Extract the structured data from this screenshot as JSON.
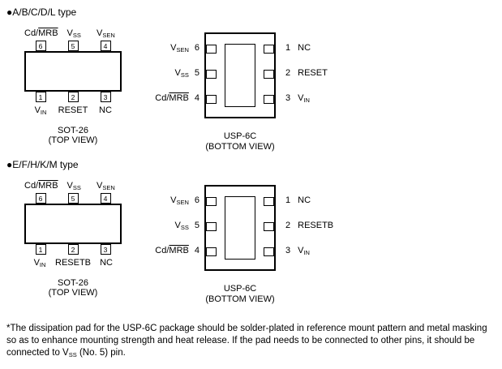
{
  "sections": [
    {
      "heading": "●A/B/C/D/L type",
      "sot": {
        "name": "SOT-26",
        "view": "(TOP VIEW)",
        "top_pins": [
          {
            "num": "6",
            "label": {
              "pre": "Cd/",
              "over": "MRB"
            }
          },
          {
            "num": "5",
            "label": {
              "base": "V",
              "sub": "SS"
            }
          },
          {
            "num": "4",
            "label": {
              "base": "V",
              "sub": "SEN"
            }
          }
        ],
        "bottom_pins": [
          {
            "num": "1",
            "label": {
              "base": "V",
              "sub": "IN"
            }
          },
          {
            "num": "2",
            "label": {
              "base": "RESET"
            }
          },
          {
            "num": "3",
            "label": {
              "base": "NC"
            }
          }
        ]
      },
      "usp": {
        "name": "USP-6C",
        "view": "(BOTTOM VIEW)",
        "left_pins": [
          {
            "num": "6",
            "label": {
              "base": "V",
              "sub": "SEN"
            }
          },
          {
            "num": "5",
            "label": {
              "base": "V",
              "sub": "SS"
            }
          },
          {
            "num": "4",
            "label": {
              "pre": "Cd/",
              "over": "MRB"
            }
          }
        ],
        "right_pins": [
          {
            "num": "1",
            "label": {
              "base": "NC"
            }
          },
          {
            "num": "2",
            "label": {
              "base": "RESET"
            }
          },
          {
            "num": "3",
            "label": {
              "base": "V",
              "sub": "IN"
            }
          }
        ]
      }
    },
    {
      "heading": "●E/F/H/K/M type",
      "sot": {
        "name": "SOT-26",
        "view": "(TOP VIEW)",
        "top_pins": [
          {
            "num": "6",
            "label": {
              "pre": "Cd/",
              "over": "MRB"
            }
          },
          {
            "num": "5",
            "label": {
              "base": "V",
              "sub": "SS"
            }
          },
          {
            "num": "4",
            "label": {
              "base": "V",
              "sub": "SEN"
            }
          }
        ],
        "bottom_pins": [
          {
            "num": "1",
            "label": {
              "base": "V",
              "sub": "IN"
            }
          },
          {
            "num": "2",
            "label": {
              "base": "RESETB"
            }
          },
          {
            "num": "3",
            "label": {
              "base": "NC"
            }
          }
        ]
      },
      "usp": {
        "name": "USP-6C",
        "view": "(BOTTOM VIEW)",
        "left_pins": [
          {
            "num": "6",
            "label": {
              "base": "V",
              "sub": "SEN"
            }
          },
          {
            "num": "5",
            "label": {
              "base": "V",
              "sub": "SS"
            }
          },
          {
            "num": "4",
            "label": {
              "pre": "Cd/",
              "over": "MRB"
            }
          }
        ],
        "right_pins": [
          {
            "num": "1",
            "label": {
              "base": "NC"
            }
          },
          {
            "num": "2",
            "label": {
              "base": "RESETB"
            }
          },
          {
            "num": "3",
            "label": {
              "base": "V",
              "sub": "IN"
            }
          }
        ]
      }
    }
  ],
  "note": {
    "pre": "*The dissipation pad for the USP-6C package should be solder-plated in reference mount pattern and metal masking so as to enhance mounting strength and heat release. If the pad needs to be connected to other pins, it should be connected to V",
    "sub": "SS",
    "post": " (No. 5) pin."
  }
}
